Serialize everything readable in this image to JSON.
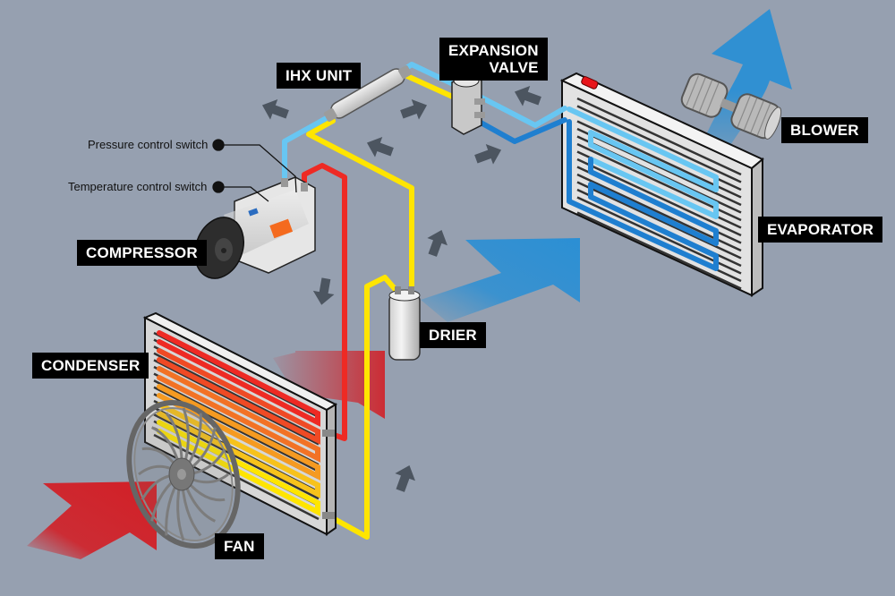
{
  "diagram": {
    "title": "Automotive air conditioning system",
    "background": "#96a0b0",
    "colors": {
      "high_pressure_gas": "#ee2a24",
      "high_pressure_liquid": "#ffe500",
      "low_pressure_liquid": "#1f7fd0",
      "low_pressure_gas": "#68c6f2",
      "hot_air": "#d21f26",
      "cold_air": "#2b8fd4",
      "flow_arrow": "#4c5560"
    },
    "components": {
      "compressor": "COMPRESSOR",
      "condenser": "CONDENSER",
      "fan": "FAN",
      "drier": "DRIER",
      "ihx_unit": "IHX UNIT",
      "expansion_valve": "EXPANSION\nVALVE",
      "evaporator": "EVAPORATOR",
      "blower": "BLOWER"
    },
    "callouts": {
      "pressure_switch": "Pressure control switch",
      "temperature_switch": "Temperature control switch"
    }
  }
}
